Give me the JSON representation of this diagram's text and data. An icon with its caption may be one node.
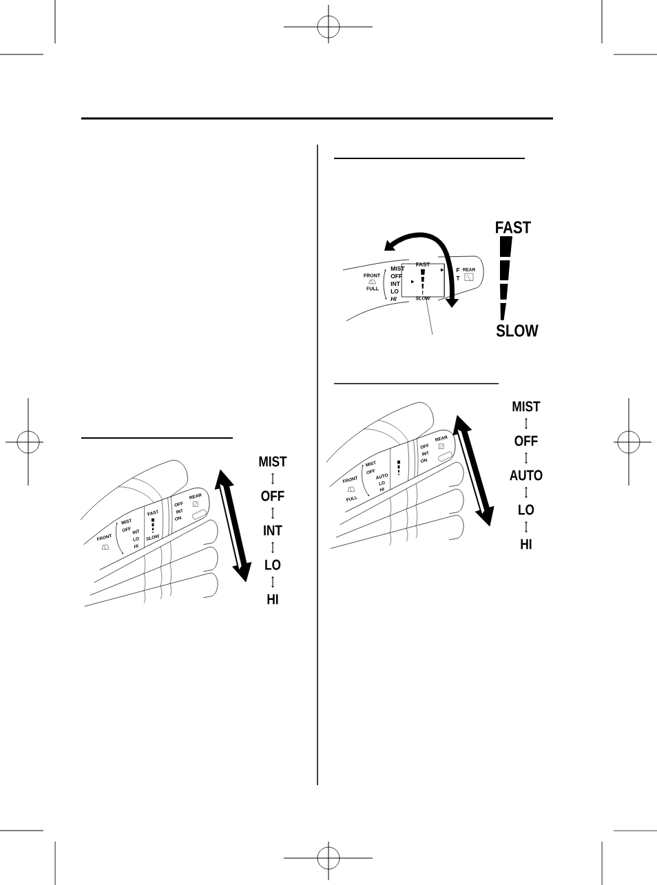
{
  "diagram": {
    "nodes": [
      {
        "text": [
          "MIST"
        ]
      },
      {
        "text": [
          "OFF"
        ]
      },
      {
        "text": [
          "INT"
        ]
      },
      {
        "text": [
          "LO"
        ]
      },
      {
        "text": [
          "HI"
        ]
      },
      {
        "text": [],
        "shape": "cylinder"
      },
      {
        "text": [
          "MIST"
        ]
      },
      {
        "text": [
          "OFF"
        ]
      },
      {
        "text": [
          "AUTO"
        ]
      },
      {
        "text": [
          "LO"
        ]
      },
      {
        "text": [
          "HI"
        ]
      }
    ],
    "edges": [
      {
        "from": 0,
        "to": 1,
        "arrow": "both"
      },
      {
        "from": 1,
        "to": 2,
        "arrow": "both"
      },
      {
        "from": 2,
        "to": 3,
        "arrow": "both"
      },
      {
        "from": 3,
        "to": 4,
        "arrow": "both"
      },
      {
        "from": null,
        "to": 5,
        "arrow": "none"
      },
      {
        "from": 6,
        "to": 7,
        "arrow": "both"
      },
      {
        "from": 7,
        "to": 8,
        "arrow": "both"
      },
      {
        "from": 8,
        "to": 9,
        "arrow": "both"
      },
      {
        "from": 9,
        "to": 10,
        "arrow": "both"
      }
    ],
    "labels": [
      "FRONT",
      "MIST",
      "OFF",
      "INT",
      "LO",
      "HI",
      "FAST",
      "SLOW",
      "OFF",
      "INT",
      "ON",
      "REAR",
      "FRONT",
      "FULL",
      "MIST",
      "OFF",
      "INT",
      "LO",
      "HI",
      "FAST",
      "SLOW",
      "F",
      "T",
      "REAR",
      "FAST",
      "SLOW",
      "FRONT",
      "FULL",
      "MIST",
      "OFF",
      "AUTO",
      "LO",
      "HI",
      "OFF",
      "INT",
      "ON",
      "REAR"
    ]
  }
}
